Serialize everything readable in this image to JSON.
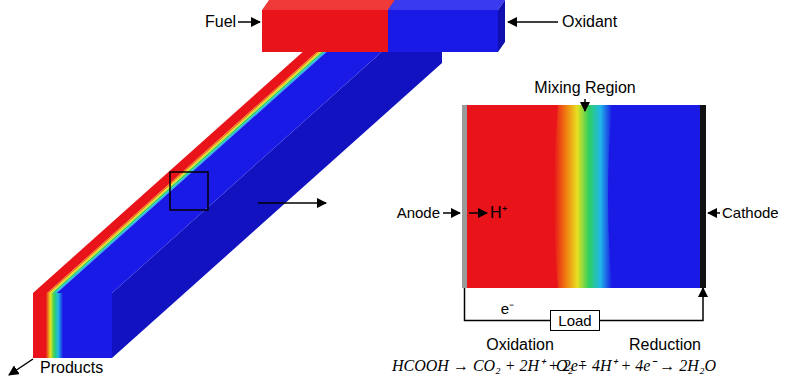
{
  "diagram": {
    "nodes": [
      {
        "text": [
          "Anode"
        ]
      },
      {
        "text": [
          "Load"
        ]
      },
      {
        "text": [
          "Cathode"
        ]
      }
    ],
    "edges": [
      {
        "from": 0,
        "to": 1,
        "label": "e⁻",
        "arrow": "none"
      },
      {
        "from": 1,
        "to": 2,
        "arrow": "to"
      }
    ],
    "labels": [
      "Fuel",
      "Oxidant",
      "Mixing Region",
      "H⁺",
      "Oxidation",
      "HCOOH → CO₂ + 2H⁺ + 2e⁻",
      "Reduction",
      "O₂ + 4H⁺ + 4e⁻ → 2H₂O",
      "Products"
    ]
  }
}
